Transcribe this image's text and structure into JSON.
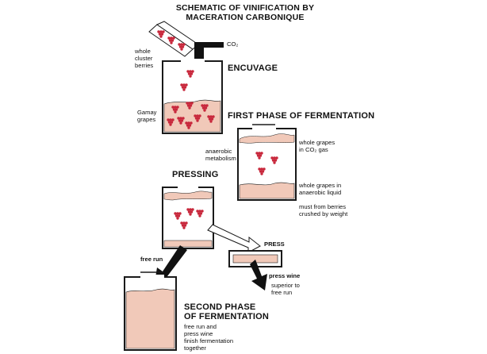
{
  "title": {
    "line1": "SCHEMATIC OF VINIFICATION BY",
    "line2": "MACERATION CARBONIQUE"
  },
  "labels": {
    "co2": "CO₂",
    "whole_cluster_berries": [
      "whole",
      "cluster",
      "berries"
    ],
    "encuvage": "ENCUVAGE",
    "gamay_grapes": [
      "Gamay",
      "grapes"
    ],
    "first_phase": "FIRST PHASE OF FERMENTATION",
    "anaerobic_metabolism": [
      "anaerobic",
      "metabolism"
    ],
    "whole_grapes_co2": [
      "whole grapes",
      "in CO₂ gas"
    ],
    "whole_grapes_liquid": [
      "whole grapes in",
      "anaerobic liquid"
    ],
    "must_from_berries": [
      "must from berries",
      "crushed by weight"
    ],
    "pressing": "PRESSING",
    "press": "PRESS",
    "free_run": "free run",
    "press_wine": "press wine",
    "superior_to_free_run": [
      "superior to",
      "free run"
    ],
    "second_phase": [
      "SECOND PHASE",
      "OF FERMENTATION"
    ],
    "finish_note": [
      "free run and",
      "press wine",
      "finish fermentation",
      "together"
    ]
  },
  "colors": {
    "background": "#ffffff",
    "liquid_fill": "#f1c9b9",
    "grape_red": "#c8283c",
    "outline": "#1a1a1a"
  }
}
